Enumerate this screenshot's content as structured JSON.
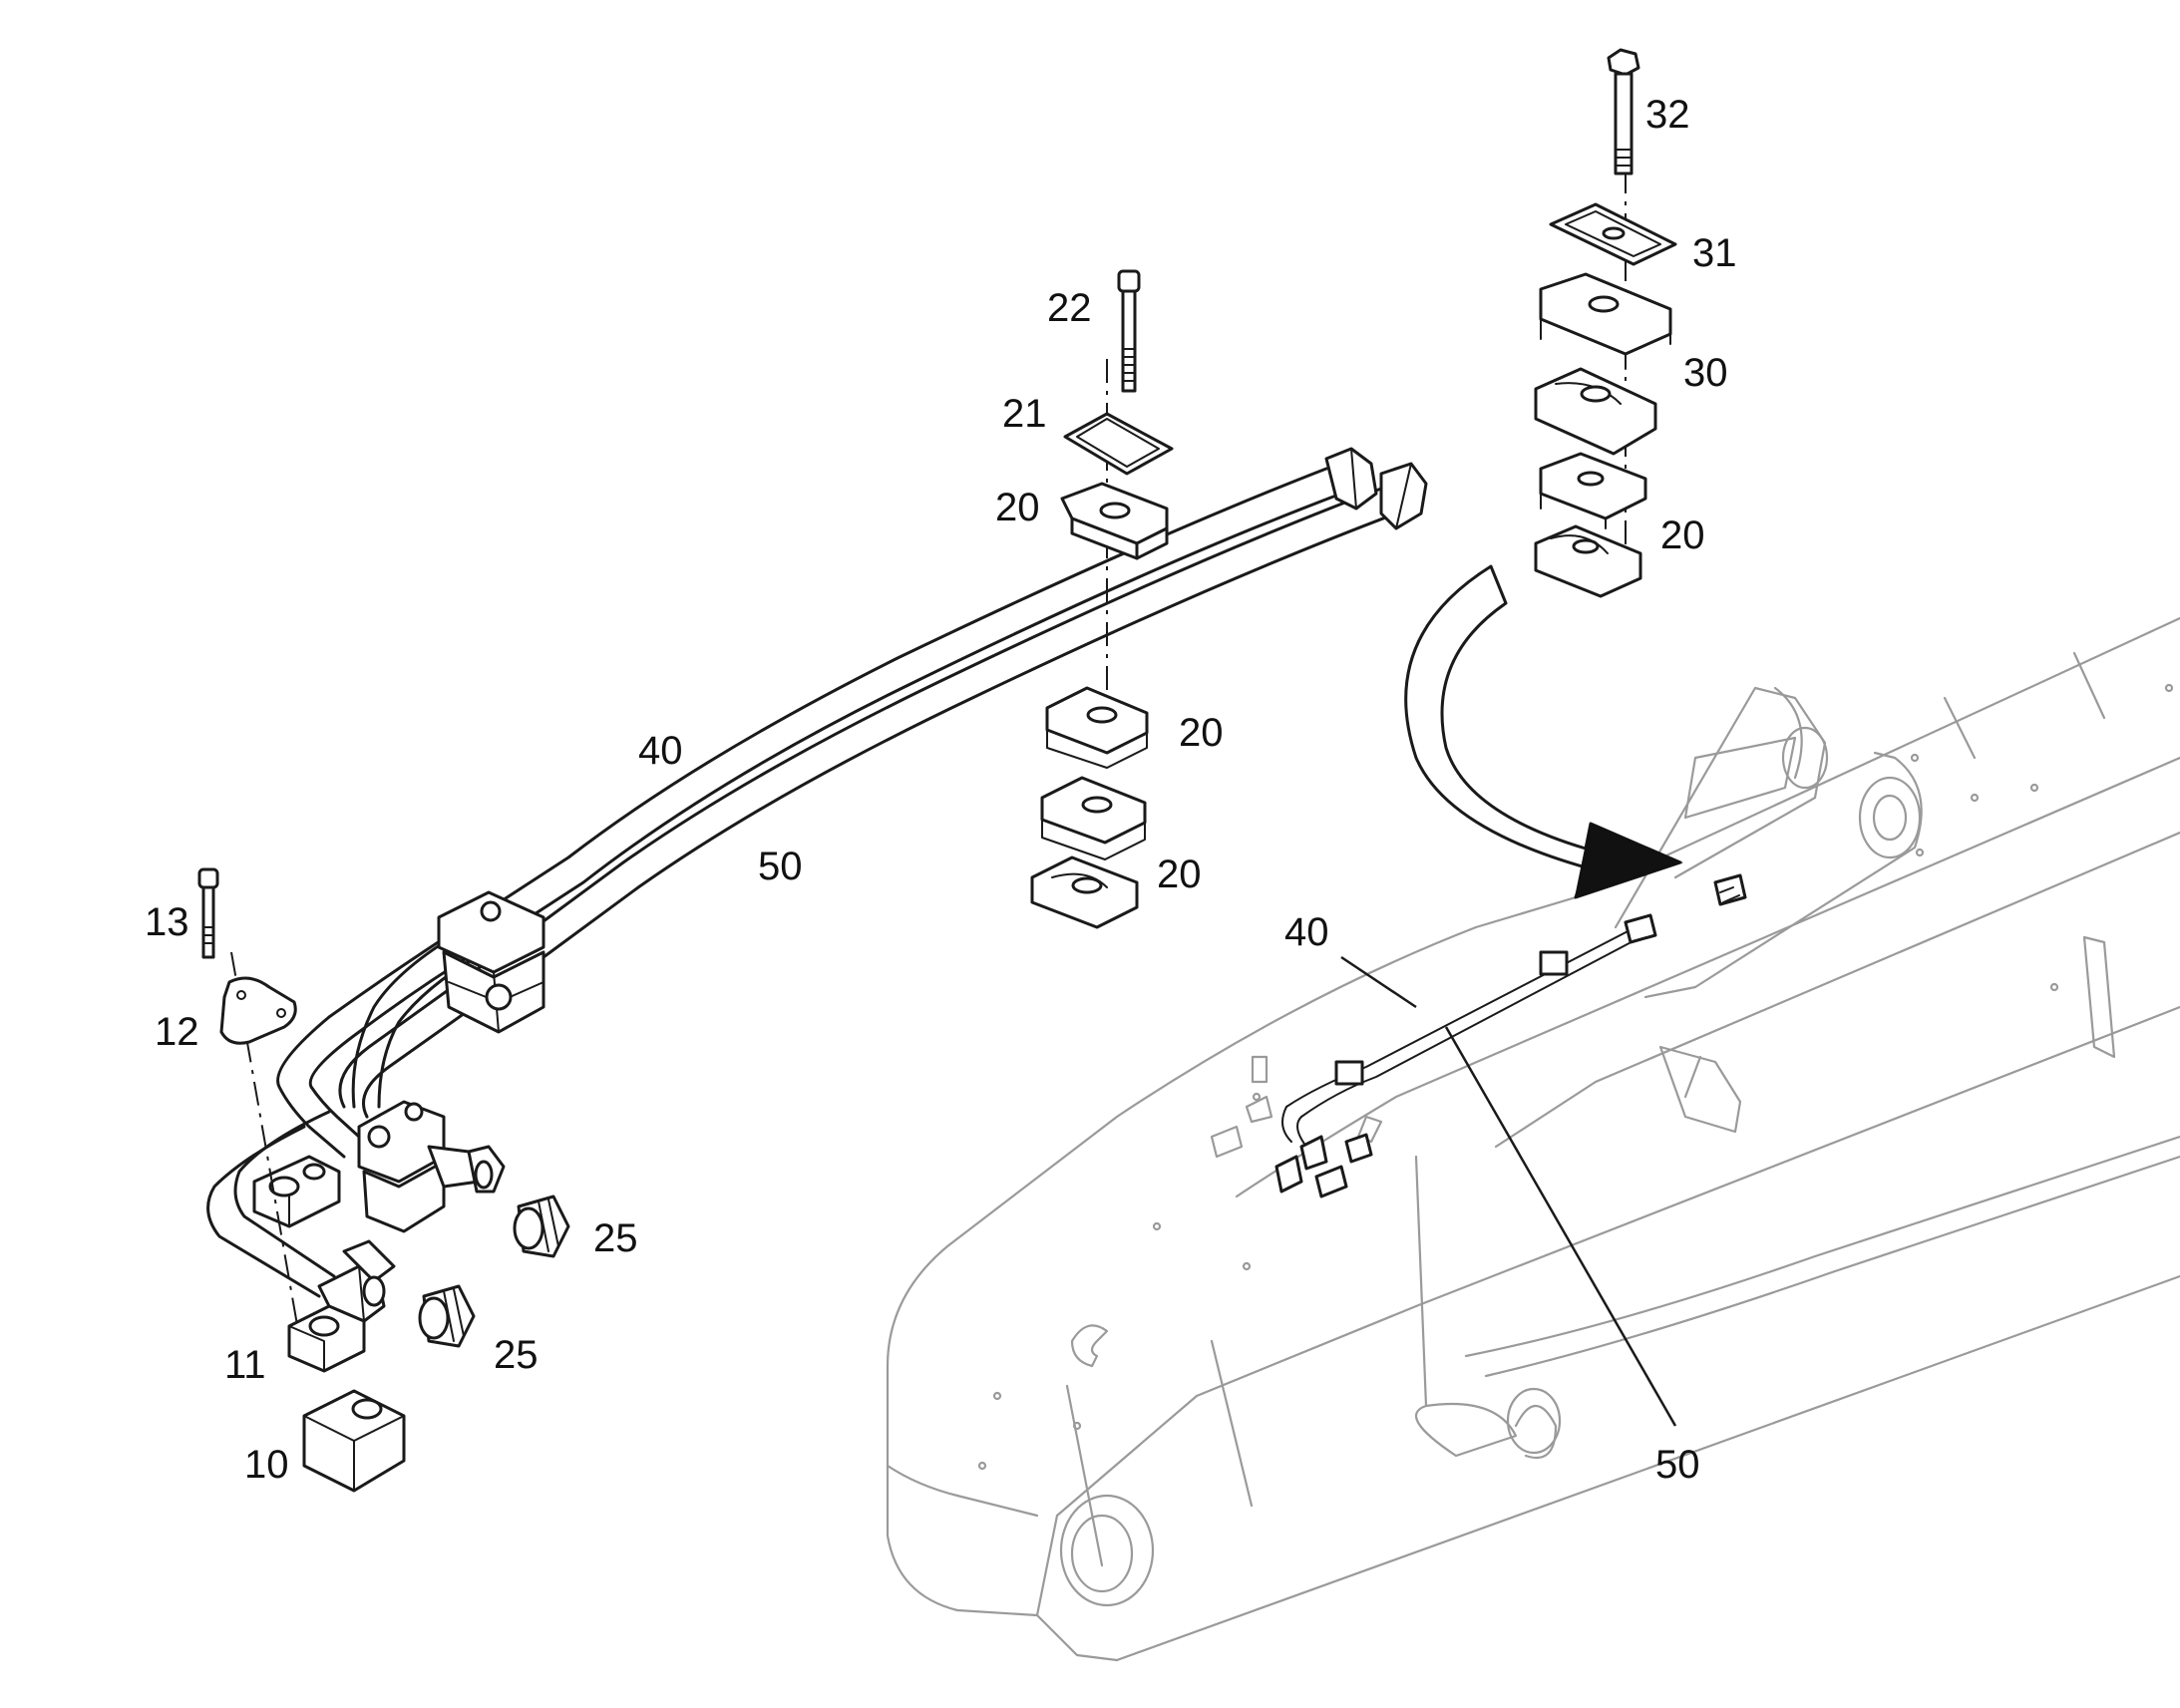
{
  "labels": {
    "p10": "10",
    "p11": "11",
    "p12": "12",
    "p13": "13",
    "p20a": "20",
    "p20b": "20",
    "p20c": "20",
    "p20d": "20",
    "p21": "21",
    "p22": "22",
    "p25a": "25",
    "p25b": "25",
    "p30": "30",
    "p31": "31",
    "p32": "32",
    "p40a": "40",
    "p40b": "40",
    "p50a": "50",
    "p50b": "50"
  }
}
